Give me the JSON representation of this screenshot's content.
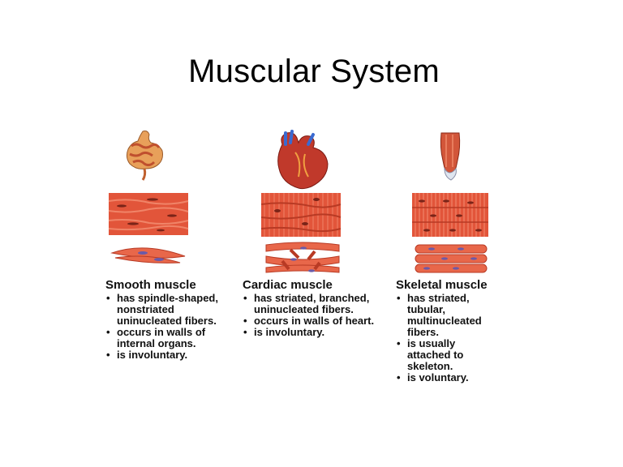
{
  "title": "Muscular System",
  "columns": [
    {
      "heading": "Smooth muscle",
      "bullets": [
        "has spindle-shaped, nonstriated uninucleated fibers.",
        "occurs in walls of internal organs.",
        "is involuntary."
      ],
      "organ_icon": "intestine-icon"
    },
    {
      "heading": "Cardiac muscle",
      "bullets": [
        "has striated, branched, uninucleated fibers.",
        "occurs in walls of heart.",
        "is involuntary."
      ],
      "organ_icon": "heart-icon"
    },
    {
      "heading": "Skeletal muscle",
      "bullets": [
        "has striated, tubular, multinucleated fibers.",
        "is usually attached to skeleton.",
        "is voluntary."
      ],
      "organ_icon": "arm-muscle-icon"
    }
  ],
  "colors": {
    "tissue": "#e2553a",
    "tissue_dark": "#b83a24",
    "nucleus": "#6a5aa8"
  }
}
